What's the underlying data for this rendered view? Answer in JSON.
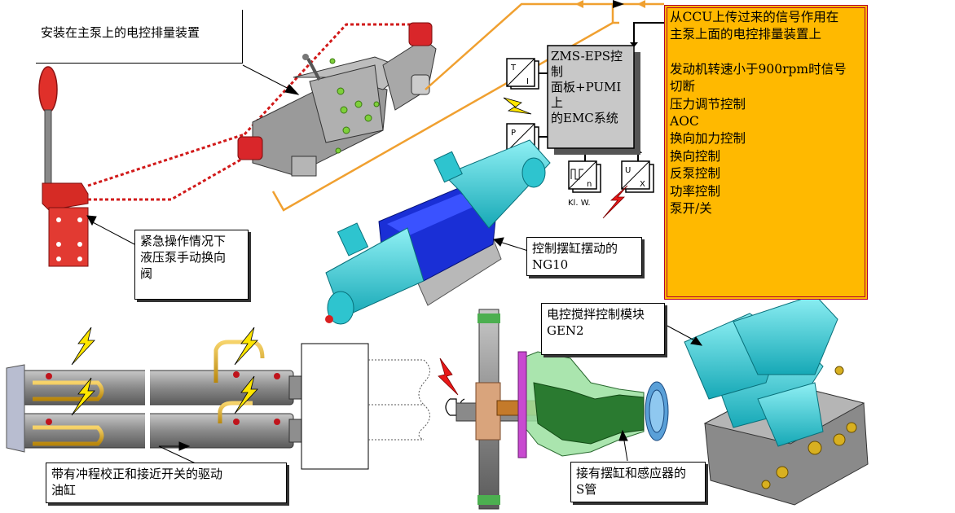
{
  "labels": {
    "valve_main": "安装在主泵上的电控排量装置",
    "emergency": [
      "紧急操作情况下",
      "液压泵手动换向",
      "阀"
    ],
    "ng10": [
      "控制摆缸摆动的",
      "NG10"
    ],
    "gen2": [
      "电控搅拌控制模块",
      "GEN2"
    ],
    "cylinder": [
      "带有冲程校正和接近开关的驱动",
      "油缸"
    ],
    "s_tube": [
      "接有摆缸和感应器的",
      "S管"
    ],
    "klw": "Kl. W."
  },
  "control_box": {
    "lines": [
      "ZMS-EPS控制",
      "面板+PUMI上",
      "的EMC系统"
    ]
  },
  "sensors": {
    "t": [
      "T",
      "I"
    ],
    "p": [
      "P",
      "I"
    ],
    "u": [
      "U",
      "X"
    ],
    "n": "n"
  },
  "ccu_panel": {
    "header": [
      "从CCU上传过来的信号作用在",
      "主泵上面的电控排量装置上"
    ],
    "items": [
      "发动机转速小于900rpm时信号",
      "切断",
      "压力调节控制",
      "AOC",
      "换向加力控制",
      "换向控制",
      "反泵控制",
      "功率控制",
      "泵开/关"
    ]
  },
  "colors": {
    "panel_fill": "#ffb900",
    "panel_border": "#b3002d",
    "signal_line": "#f0a030",
    "dotted_link": "#d11a1a",
    "valve_cyan": "#2ec4cf",
    "valve_blue": "#1a2fd6",
    "lever_red": "#e0302a"
  }
}
